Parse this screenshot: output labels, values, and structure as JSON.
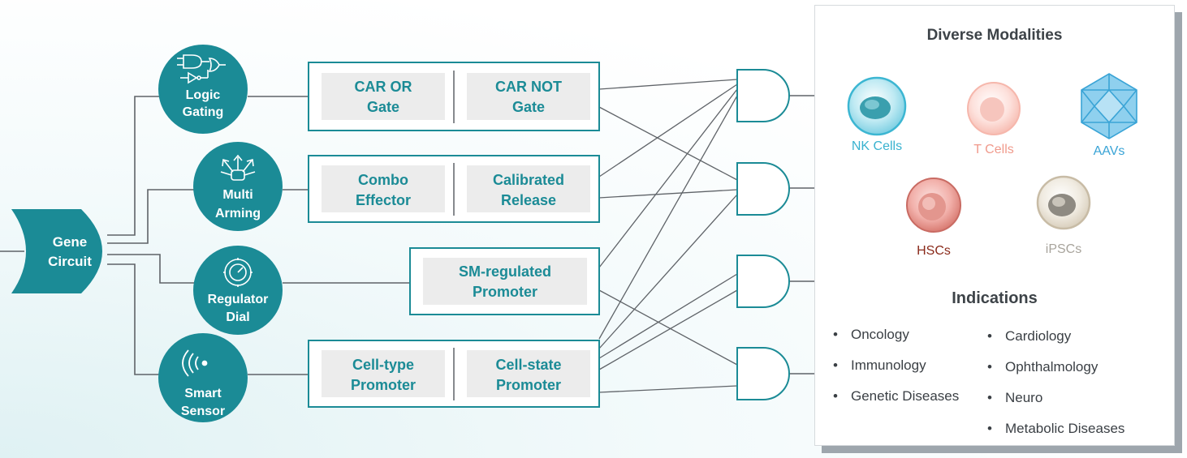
{
  "diagram": {
    "root": {
      "label_line1": "Gene",
      "label_line2": "Circuit"
    },
    "modules": [
      {
        "name": "logic-gating",
        "icon": "logic-gates-icon",
        "line1": "Logic",
        "line2": "Gating"
      },
      {
        "name": "multi-arming",
        "icon": "multi-arrow-icon",
        "line1": "Multi",
        "line2": "Arming"
      },
      {
        "name": "regulator-dial",
        "icon": "dial-icon",
        "line1": "Regulator",
        "line2": "Dial"
      },
      {
        "name": "smart-sensor",
        "icon": "sensor-waves-icon",
        "line1": "Smart",
        "line2": "Sensor"
      }
    ],
    "components": [
      {
        "line1": "CAR OR",
        "line2": "Gate"
      },
      {
        "line1": "CAR NOT",
        "line2": "Gate"
      },
      {
        "line1": "Combo",
        "line2": "Effector"
      },
      {
        "line1": "Calibrated",
        "line2": "Release"
      },
      {
        "line1": "SM-regulated",
        "line2": "Promoter"
      },
      {
        "line1": "Cell-type",
        "line2": "Promoter"
      },
      {
        "line1": "Cell-state",
        "line2": "Promoter"
      }
    ],
    "and_gates": [
      "and-gate-icon",
      "and-gate-icon",
      "and-gate-icon",
      "and-gate-icon"
    ]
  },
  "panel": {
    "modalities_title": "Diverse Modalities",
    "cells": [
      {
        "label": "NK Cells",
        "color": "#39b2cf"
      },
      {
        "label": "T Cells",
        "color": "#f09a8c"
      },
      {
        "label": "AAVs",
        "color": "#3aa4d6"
      },
      {
        "label": "HSCs",
        "color": "#8a2a1a"
      },
      {
        "label": "iPSCs",
        "color": "#a8a49c"
      }
    ],
    "indications_title": "Indications",
    "indications_left": [
      "Oncology",
      "Immunology",
      "Genetic Diseases"
    ],
    "indications_right": [
      "Cardiology",
      "Ophthalmology",
      "Neuro",
      "Metabolic Diseases"
    ]
  },
  "colors": {
    "teal": "#1b8b96",
    "box_fill": "#ececec",
    "line": "#5f6368"
  }
}
